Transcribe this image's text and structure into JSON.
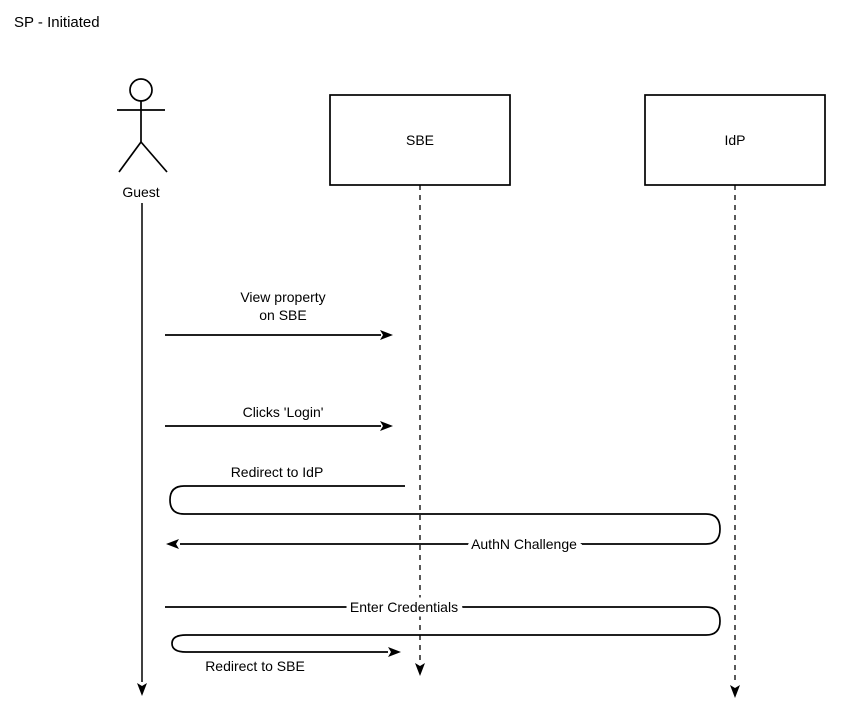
{
  "title": "SP - Initiated",
  "colors": {
    "line": "#000000",
    "text": "#000000",
    "background": "#ffffff"
  },
  "diagram": {
    "type": "sequence",
    "actor": {
      "name": "Guest"
    },
    "participants": [
      {
        "label": "SBE"
      },
      {
        "label": "IdP"
      }
    ],
    "messages": [
      {
        "from": "Guest",
        "to": "SBE",
        "text_line1": "View property",
        "text_line2": "on SBE",
        "style": "solid-arrow"
      },
      {
        "from": "Guest",
        "to": "SBE",
        "text": "Clicks 'Login'",
        "style": "solid-arrow"
      },
      {
        "from": "SBE",
        "to": "IdP",
        "text": "Redirect to IdP",
        "style": "loop-around"
      },
      {
        "from": "IdP",
        "to": "Guest",
        "text": "AuthN Challenge",
        "style": "solid-arrow-inline-label"
      },
      {
        "from": "Guest",
        "to": "IdP",
        "text": "Enter Credentials",
        "style": "loop-around-inline-label"
      },
      {
        "from": "IdP",
        "to": "SBE",
        "text": "Redirect to SBE",
        "style": "solid-arrow"
      }
    ]
  }
}
